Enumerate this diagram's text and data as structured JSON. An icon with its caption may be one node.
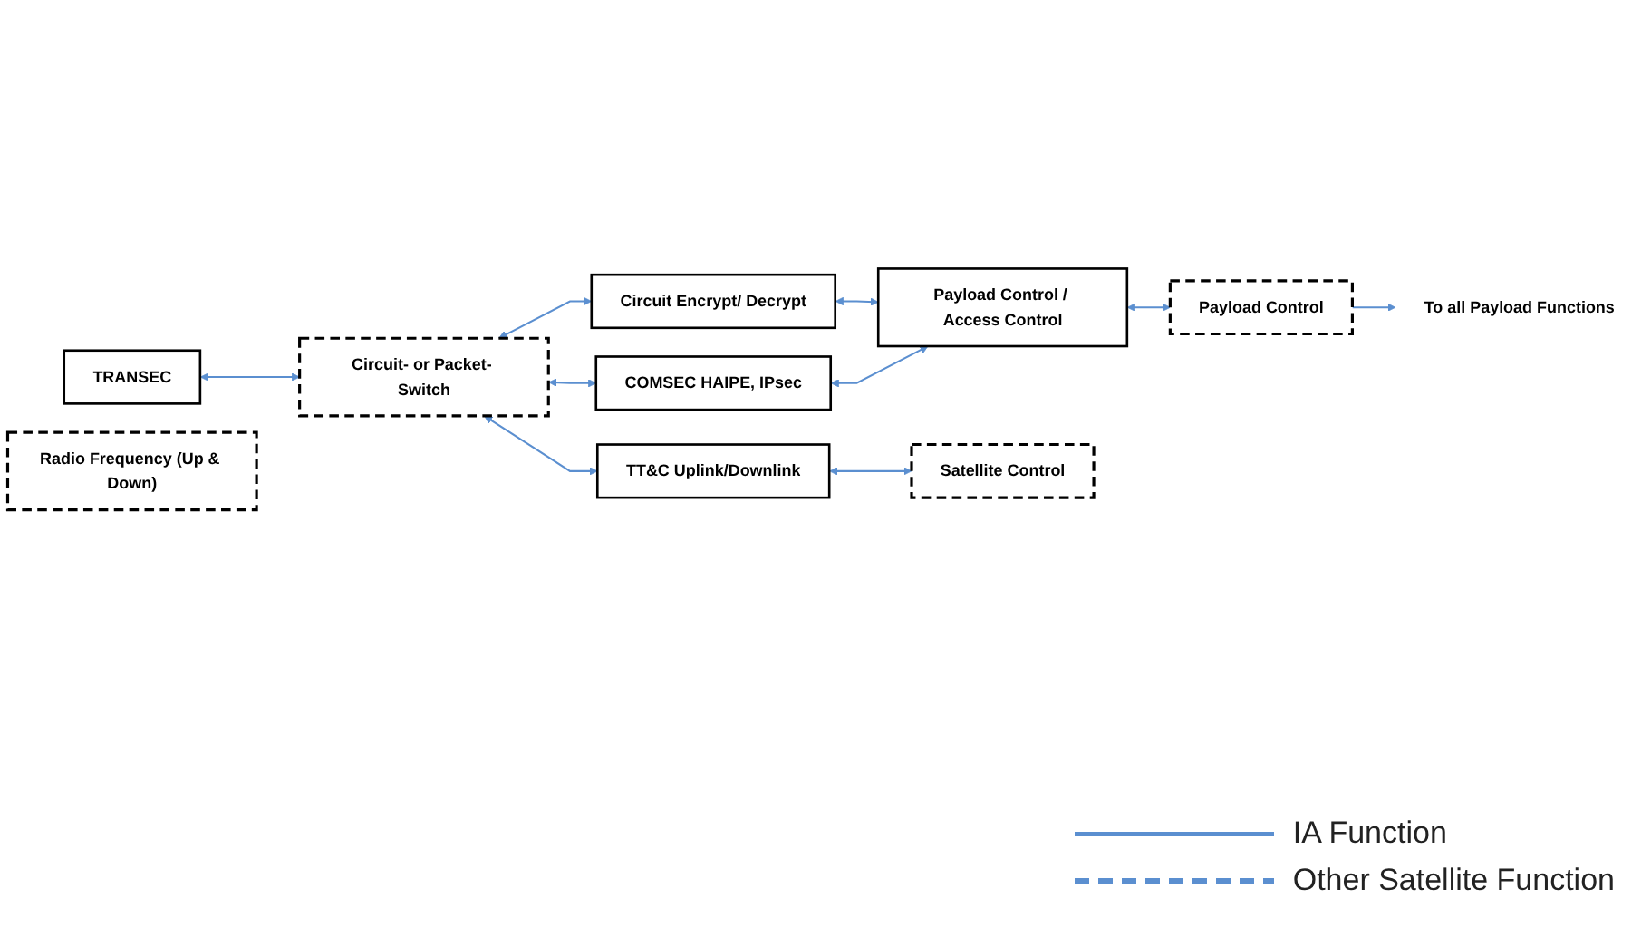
{
  "diagram": {
    "nodes": [
      {
        "text": [
          "TRANSEC"
        ]
      },
      {
        "text": [
          "Radio Frequency (Up & Down)"
        ]
      },
      {
        "text": [
          "Circuit- or Packet- Switch"
        ]
      },
      {
        "text": [
          "Circuit Encrypt/ Decrypt"
        ]
      },
      {
        "text": [
          "COMSEC HAIPE, IPsec"
        ]
      },
      {
        "text": [
          "Payload Control / Access Control"
        ]
      },
      {
        "text": [
          "TT&C Uplink/Downlink"
        ]
      },
      {
        "text": [
          "Payload Control"
        ]
      },
      {
        "text": [
          "To all Payload Functions"
        ]
      },
      {
        "text": [
          "Satellite Control"
        ]
      }
    ],
    "edges": [
      {
        "from": 0,
        "to": 2,
        "arrow": "both"
      },
      {
        "from": 2,
        "to": 3,
        "arrow": "both"
      },
      {
        "from": 2,
        "to": 4,
        "arrow": "both"
      },
      {
        "from": 3,
        "to": 5,
        "arrow": "both"
      },
      {
        "from": 4,
        "to": 5,
        "arrow": "both"
      },
      {
        "from": 5,
        "to": 7,
        "arrow": "both"
      },
      {
        "from": 7,
        "to": 8,
        "arrow": "to"
      },
      {
        "from": 2,
        "to": 6,
        "arrow": "both"
      },
      {
        "from": 6,
        "to": 9,
        "arrow": "both"
      }
    ],
    "legend": [
      {
        "text": "IA Function"
      },
      {
        "text": "Other Satellite Function"
      }
    ]
  }
}
